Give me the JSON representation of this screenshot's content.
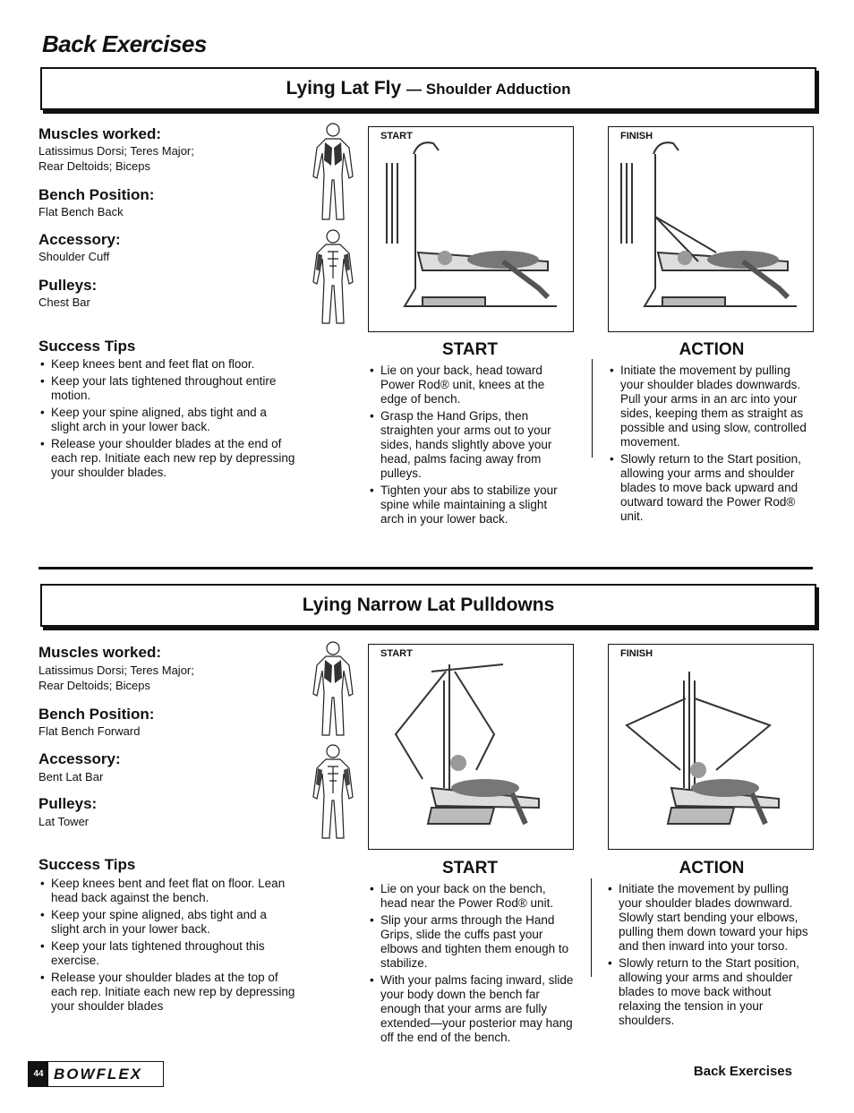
{
  "page_title": "Back Exercises",
  "sections": [
    {
      "title": "Lying Lat Fly",
      "subtitle": "— Shoulder Adduction",
      "muscles_label": "Muscles worked:",
      "muscles_value_1": "Latissimus Dorsi; Teres Major;",
      "muscles_value_2": "Rear Deltoids; Biceps",
      "bench_label": "Bench Position:",
      "bench_value": "Flat Bench Back",
      "accessory_label": "Accessory:",
      "accessory_value": "Shoulder Cuff",
      "pulleys_label": "Pulleys:",
      "pulleys_value": "Chest Bar",
      "tips_title": "Success Tips",
      "tips": [
        "Keep knees bent and feet flat on floor.",
        "Keep your lats tightened throughout entire motion.",
        "Keep your spine aligned, abs tight and a slight arch in your lower back.",
        "Release your shoulder blades at the end of each rep. Initiate each new rep by depressing your shoulder blades."
      ],
      "photo_start_tag": "START",
      "photo_finish_tag": "FINISH",
      "start_heading": "START",
      "action_heading": "ACTION",
      "start_steps": [
        "Lie on your back, head toward Power Rod® unit, knees at the edge of bench.",
        "Grasp the Hand Grips, then straighten your arms out to your sides, hands slightly above your head, palms facing away from pulleys.",
        "Tighten your abs to stabilize your spine while maintaining a slight arch in your lower back."
      ],
      "action_steps": [
        "Initiate the movement by pulling your shoulder blades downwards. Pull your arms in an arc into your sides, keeping them as straight as possible and using slow, controlled movement.",
        "Slowly return to the Start position, allowing your arms and shoulder blades to move back upward and outward toward the Power Rod® unit."
      ]
    },
    {
      "title": "Lying Narrow Lat Pulldowns",
      "subtitle": "",
      "muscles_label": "Muscles worked:",
      "muscles_value_1": "Latissimus Dorsi; Teres Major;",
      "muscles_value_2": "Rear Deltoids; Biceps",
      "bench_label": "Bench Position:",
      "bench_value": "Flat Bench Forward",
      "accessory_label": "Accessory:",
      "accessory_value": "Bent Lat Bar",
      "pulleys_label": "Pulleys:",
      "pulleys_value": "Lat Tower",
      "tips_title": "Success Tips",
      "tips": [
        "Keep knees bent and feet flat on floor. Lean head back against the bench.",
        "Keep your spine aligned, abs tight and a slight arch in your lower back.",
        "Keep your lats tightened throughout this exercise.",
        "Release your shoulder blades at the top of each rep. Initiate each new rep by depressing your shoulder blades"
      ],
      "photo_start_tag": "START",
      "photo_finish_tag": "FINISH",
      "start_heading": "START",
      "action_heading": "ACTION",
      "start_steps": [
        "Lie on your back on the bench, head near the Power Rod® unit.",
        "Slip your arms through the Hand Grips, slide the cuffs past your elbows and tighten them enough to stabilize.",
        "With your palms facing inward, slide your body down the bench far enough that your arms are fully extended—your posterior may hang off the end of the bench."
      ],
      "action_steps": [
        "Initiate the movement by pulling your shoulder blades downward. Slowly start bending your elbows, pulling them down toward your hips and then inward into your torso.",
        "Slowly return to the Start position, allowing your arms and shoulder blades to move back without relaxing the tension in your shoulders."
      ]
    }
  ],
  "footer": {
    "page_number": "44",
    "brand": "BOWFLEX",
    "section": "Back Exercises"
  }
}
